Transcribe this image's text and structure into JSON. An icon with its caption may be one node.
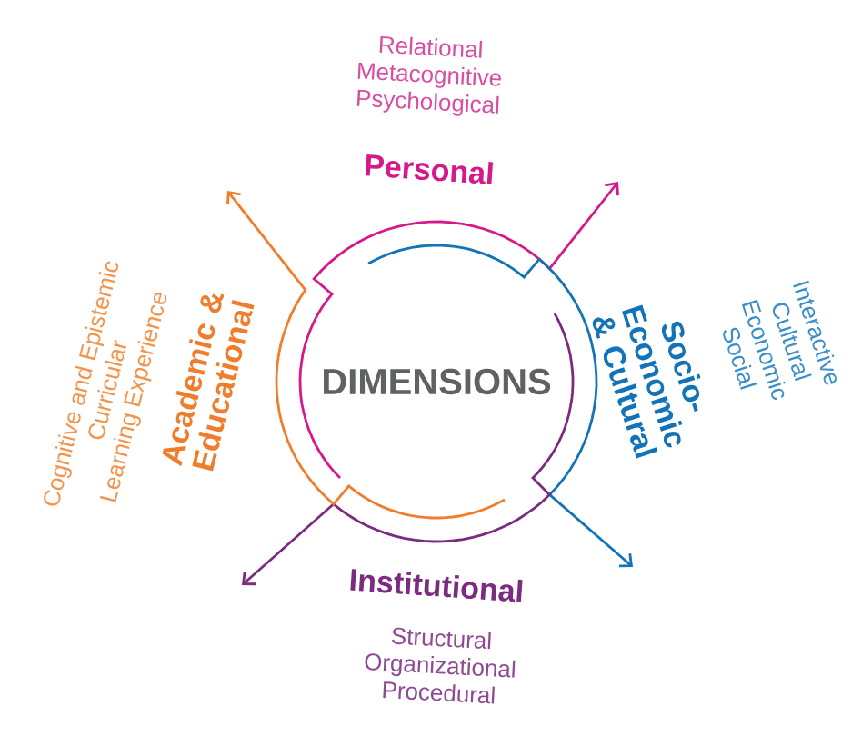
{
  "diagram": {
    "nodes": [
      {
        "text": [
          "DIMENSIONS"
        ]
      },
      {
        "text": [
          "Personal"
        ],
        "beside": [
          "Relational",
          "Metacognitive",
          "Psychological"
        ]
      },
      {
        "text": [
          "Socio-Economic & Cultural"
        ],
        "beside": [
          "Interactive",
          "Cultural",
          "Economic",
          "Social"
        ]
      },
      {
        "text": [
          "Institutional"
        ],
        "beside": [
          "Structural",
          "Organizational",
          "Procedural"
        ]
      },
      {
        "text": [
          "Academic & Educational"
        ],
        "beside": [
          "Cognitive and Epistemic",
          "Curricular",
          "Learning Experience"
        ]
      }
    ]
  }
}
